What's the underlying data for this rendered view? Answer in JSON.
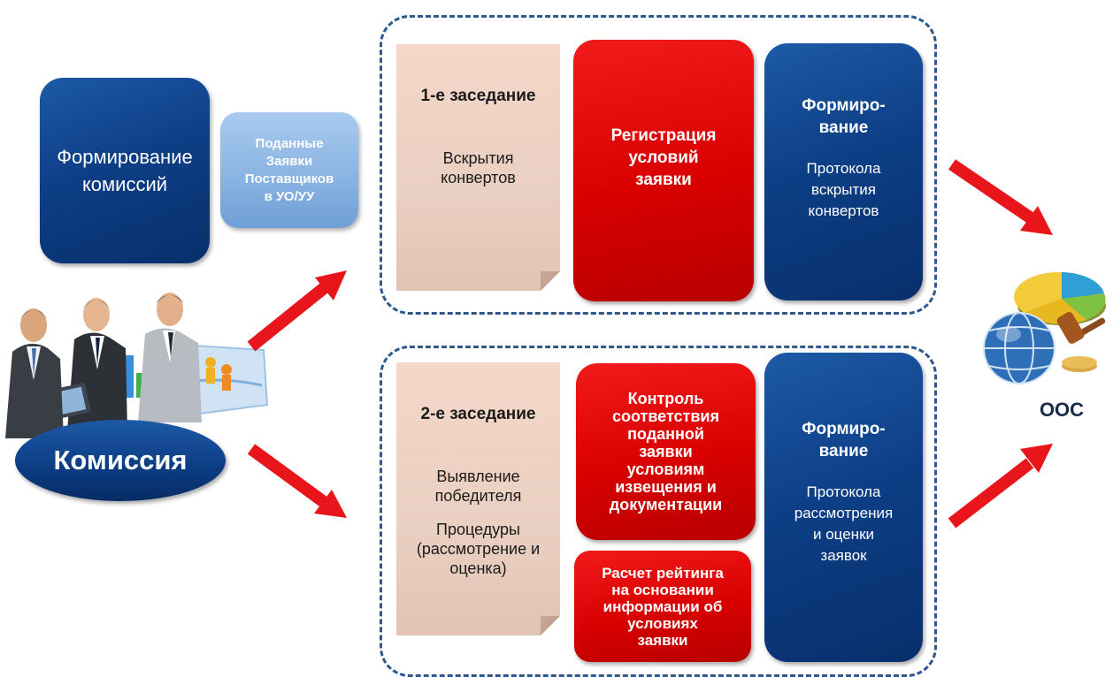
{
  "left": {
    "formation_box": {
      "lines": [
        "Формирование",
        "комиссий"
      ]
    },
    "submitted_box": {
      "lines": [
        "Поданные",
        "Заявки",
        "Поставщиков",
        "в УО/УУ"
      ]
    },
    "commission_label": "Комиссия"
  },
  "session1": {
    "note": {
      "title": "1-е заседание",
      "lines": [
        "Вскрытия",
        "конвертов"
      ]
    },
    "red_box": {
      "lines": [
        "Регистрация",
        "условий",
        "заявки"
      ]
    },
    "blue_box": {
      "title_lines": [
        "Формиро-",
        "вание"
      ],
      "lines": [
        "Протокола",
        "вскрытия",
        "конвертов"
      ]
    }
  },
  "session2": {
    "note": {
      "title": "2-е заседание",
      "lines_a": [
        "Выявление",
        "победителя"
      ],
      "lines_b": [
        "Процедуры",
        "(рассмотрение и",
        "оценка)"
      ]
    },
    "red_top": {
      "lines": [
        "Контроль",
        "соответствия",
        "поданной",
        "заявки",
        "условиям",
        "извещения и",
        "документации"
      ]
    },
    "red_bottom": {
      "lines": [
        "Расчет рейтинга",
        "на основании",
        "информации об",
        "условиях",
        "заявки"
      ]
    },
    "blue_box": {
      "title_lines": [
        "Формиро-",
        "вание"
      ],
      "lines": [
        "Протокола",
        "рассмотрения",
        "и оценки",
        "заявок"
      ]
    }
  },
  "right": {
    "label": "ООС"
  },
  "colors": {
    "navy": "#0d3f86",
    "red": "#d80000",
    "arrow_red": "#e8161b",
    "note": "#ecd3c5",
    "light_blue": "#8fb8e6",
    "dash": "#2c5a8e"
  }
}
